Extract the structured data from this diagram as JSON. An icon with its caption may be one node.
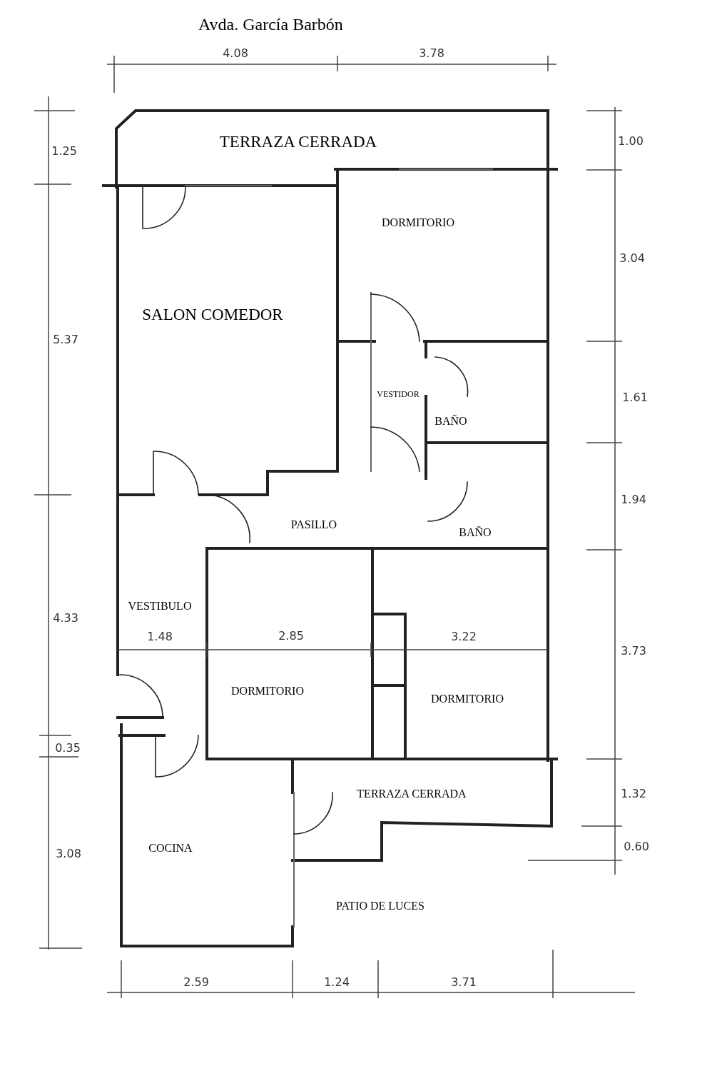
{
  "diagram": {
    "title": "Avda. García Barbón",
    "labels": [
      "4.08",
      "3.78",
      "1.25",
      "TERRAZA CERRADA",
      "1.00",
      "DORMITORIO",
      "3.04",
      "SALON COMEDOR",
      "5.37",
      "VESTIDOR",
      "1.61",
      "BAÑO",
      "1.94",
      "PASILLO",
      "BAÑO",
      "VESTIBULO",
      "4.33",
      "1.48",
      "2.85",
      "3.22",
      "3.73",
      "DORMITORIO",
      "DORMITORIO",
      "0.35",
      "TERRAZA CERRADA",
      "1.32",
      "3.08",
      "COCINA",
      "0.60",
      "PATIO DE LUCES",
      "2.59",
      "1.24",
      "3.71"
    ]
  }
}
